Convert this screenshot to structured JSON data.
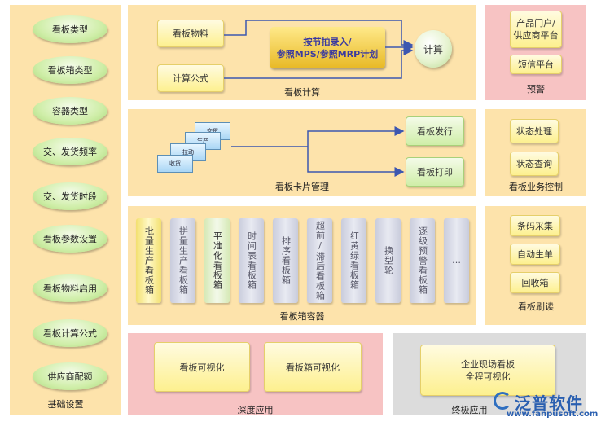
{
  "basic": {
    "title": "基础设置",
    "items": [
      "看板类型",
      "看板箱类型",
      "容器类型",
      "交、发货频率",
      "交、发货时段",
      "看板参数设置",
      "看板物料启用",
      "看板计算公式",
      "供应商配额"
    ]
  },
  "calc": {
    "title": "看板计算",
    "material": "看板物料",
    "formula": "计算公式",
    "mrp_line1": "按节拍录入/",
    "mrp_line2": "参照MPS/参照MRP计划",
    "compute": "计算"
  },
  "warn": {
    "title": "预警",
    "portal": "产品门户/\n供应商平台",
    "sms": "短信平台"
  },
  "card_mgmt": {
    "title": "看板卡片管理",
    "cards": [
      "交货",
      "生产",
      "拉动",
      "收货"
    ],
    "issue": "看板发行",
    "print": "看板打印"
  },
  "biz_ctrl": {
    "title": "看板业务控制",
    "status_process": "状态处理",
    "status_query": "状态查询"
  },
  "container": {
    "title": "看板箱容器",
    "columns": [
      "批量生产看板箱",
      "拼量生产看板箱",
      "平准化看板箱",
      "时间表看板箱",
      "排序看板箱",
      "超前/滞后看板箱",
      "红黄绿看板箱",
      "换型轮",
      "逐级预警看板箱",
      "…"
    ]
  },
  "scan": {
    "title": "看板刷读",
    "barcode": "条码采集",
    "autogen": "自动生单",
    "recycle": "回收箱"
  },
  "depth": {
    "title": "深度应用",
    "vis": "看板可视化",
    "box_vis": "看板箱可视化"
  },
  "terminal": {
    "title": "终极应用",
    "site_line1": "企业现场看板",
    "site_line2": "全程可视化"
  },
  "logo": {
    "name": "泛普软件",
    "url": "www.fanpusoft.com"
  },
  "colors": {
    "panel_orange": "#fde3ab",
    "panel_pink": "#f7c3c3",
    "panel_grey": "#dcdcdc",
    "box_yellow": "#fdf08f",
    "oval_green": "#cfeea8",
    "brand_blue": "#2a5fb0"
  }
}
